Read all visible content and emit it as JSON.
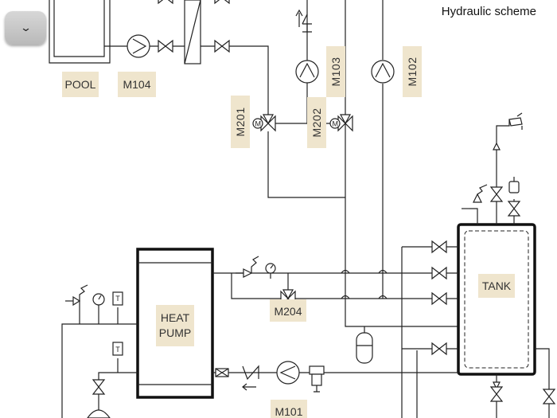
{
  "title": "Hydraulic scheme",
  "menu": {
    "icon": "chevron-down-icon",
    "glyph": "⌄"
  },
  "labels": {
    "pool": "POOL",
    "m104": "M104",
    "m103": "M103",
    "m102": "M102",
    "m201": "M201",
    "m202": "M202",
    "m204": "M204",
    "m101": "M101",
    "heat_pump_line1": "HEAT",
    "heat_pump_line2": "PUMP",
    "tank": "TANK",
    "motor_mark": "M",
    "thermo_mark": "T"
  },
  "colors": {
    "label_bg": "#efe5cd",
    "line": "#222222"
  }
}
